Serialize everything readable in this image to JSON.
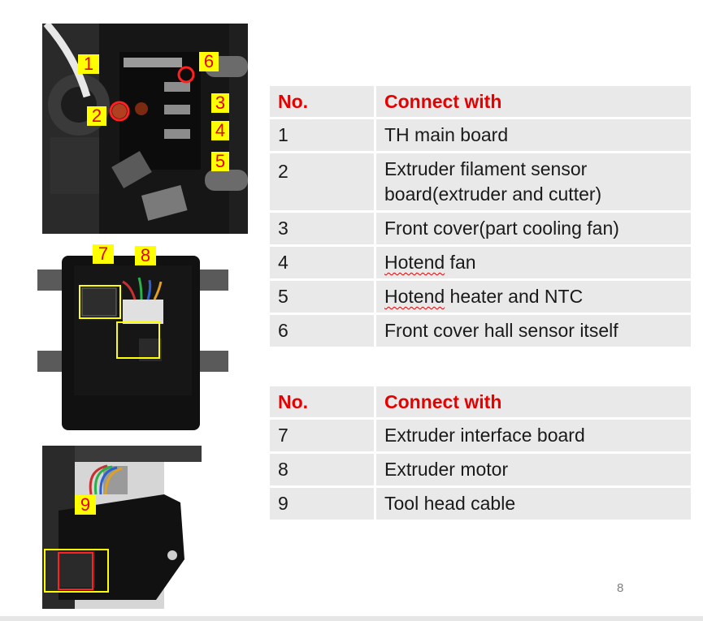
{
  "photo_callouts": [
    "1",
    "2",
    "3",
    "4",
    "5",
    "6",
    "7",
    "8",
    "9"
  ],
  "table1": {
    "headers": [
      "No.",
      "Connect with"
    ],
    "rows": [
      {
        "no": "1",
        "text": "TH main board"
      },
      {
        "no": "2",
        "text": "Extruder filament sensor board(extruder and cutter)"
      },
      {
        "no": "3",
        "text": "Front cover(part cooling fan)"
      },
      {
        "no": "4",
        "text_a": "Hotend",
        "text_b": " fan"
      },
      {
        "no": "5",
        "text_a": "Hotend",
        "text_b": " heater and NTC"
      },
      {
        "no": "6",
        "text": "Front cover hall sensor itself"
      }
    ]
  },
  "table2": {
    "headers": [
      "No.",
      "Connect with"
    ],
    "rows": [
      {
        "no": "7",
        "text": "Extruder interface board"
      },
      {
        "no": "8",
        "text": "Extruder motor"
      },
      {
        "no": "9",
        "text": "Tool head cable"
      }
    ]
  },
  "page_number": "8",
  "colors": {
    "accent_red": "#e60000",
    "callout_yellow": "#ffff00",
    "table_bg": "#e9e9e9"
  }
}
